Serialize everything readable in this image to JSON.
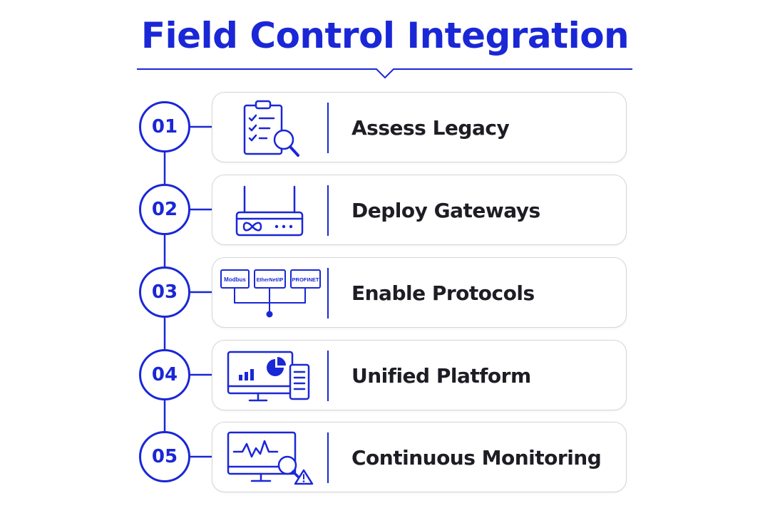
{
  "title": "Field Control Integration",
  "accent_color": "#1a27d6",
  "steps": [
    {
      "number": "01",
      "label": "Assess Legacy",
      "icon": "checklist-magnifier-icon"
    },
    {
      "number": "02",
      "label": "Deploy Gateways",
      "icon": "gateway-router-icon"
    },
    {
      "number": "03",
      "label": "Enable Protocols",
      "icon": "protocol-network-icon",
      "protocols": [
        "Modbus",
        "EtherNet/IP",
        "PROFINET"
      ]
    },
    {
      "number": "04",
      "label": "Unified Platform",
      "icon": "dashboard-monitor-icon"
    },
    {
      "number": "05",
      "label": "Continuous Monitoring",
      "icon": "monitoring-alert-icon"
    }
  ]
}
